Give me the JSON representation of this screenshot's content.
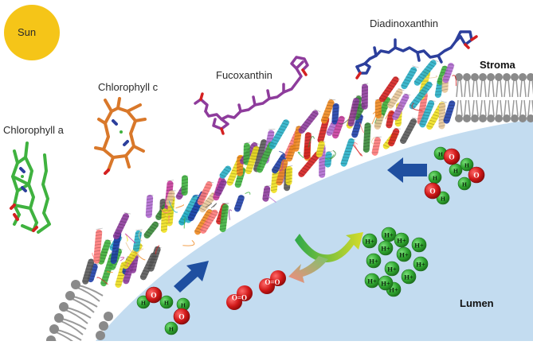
{
  "sun": {
    "label": "Sun",
    "color": "#f5c518"
  },
  "pigments": {
    "chlorophyll_a": {
      "label": "Chlorophyll a",
      "color": "#3fb23f"
    },
    "chlorophyll_c": {
      "label": "Chlorophyll c",
      "color": "#d9782a"
    },
    "fucoxanthin": {
      "label": "Fucoxanthin",
      "color": "#8e3c9c"
    },
    "diadinoxanthin": {
      "label": "Diadinoxanthin",
      "color": "#2c3f9c"
    }
  },
  "regions": {
    "stroma": {
      "label": "Stroma"
    },
    "lumen": {
      "label": "Lumen",
      "color": "#c3dcf0"
    }
  },
  "molecules": {
    "proton_label": "H+",
    "hydrogen_label": "H",
    "oxygen_label": "O",
    "o2_label": "O=O",
    "proton_count": 13,
    "hydrogen_color": "#3bb33b",
    "oxygen_color": "#d42020"
  },
  "colors": {
    "membrane_head": "#8a8a8a",
    "membrane_tail": "#9a9a9a",
    "arrow_blue": "#1f4fa0"
  }
}
